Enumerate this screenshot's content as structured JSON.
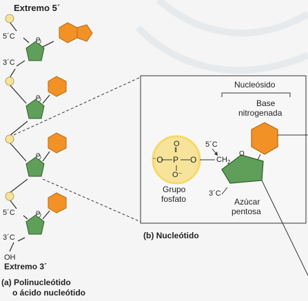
{
  "colors": {
    "background": "#f4f5f4",
    "sugar": "#5f9f5a",
    "base": "#f29126",
    "phosphate": "#f7e49a",
    "phosphate_glow": "#f6d86a",
    "panel": "#f7f7f7",
    "line": "#333333"
  },
  "left": {
    "top_label": "Extremo 5´",
    "bottom_label": "Extremo 3´",
    "oh": "OH",
    "carbon5_top": "5´C",
    "carbon3_top": "3´C",
    "carbon5_bottom": "5´C",
    "carbon3_bottom": "3´C",
    "atom_o": "O",
    "caption_line1": "(a) Polinucleótido",
    "caption_line2": "o ácido nucleótido"
  },
  "right": {
    "nucleoside": "Nucleósido",
    "base_line1": "Base",
    "base_line2": "nitrogenada",
    "phosphate_formula": {
      "o_top": "O",
      "bond_top": "‖",
      "row_left": "⁻O",
      "p": "P",
      "row_right": "O",
      "o_bottom": "O⁻"
    },
    "c5": "5´C",
    "ch2": "CH",
    "ch2_sub": "2",
    "c3": "3´C",
    "ring_o": "O",
    "phosphate_line1": "Grupo",
    "phosphate_line2": "fosfato",
    "sugar_line1": "Azúcar",
    "sugar_line2": "pentosa",
    "caption": "(b) Nucleótido"
  }
}
